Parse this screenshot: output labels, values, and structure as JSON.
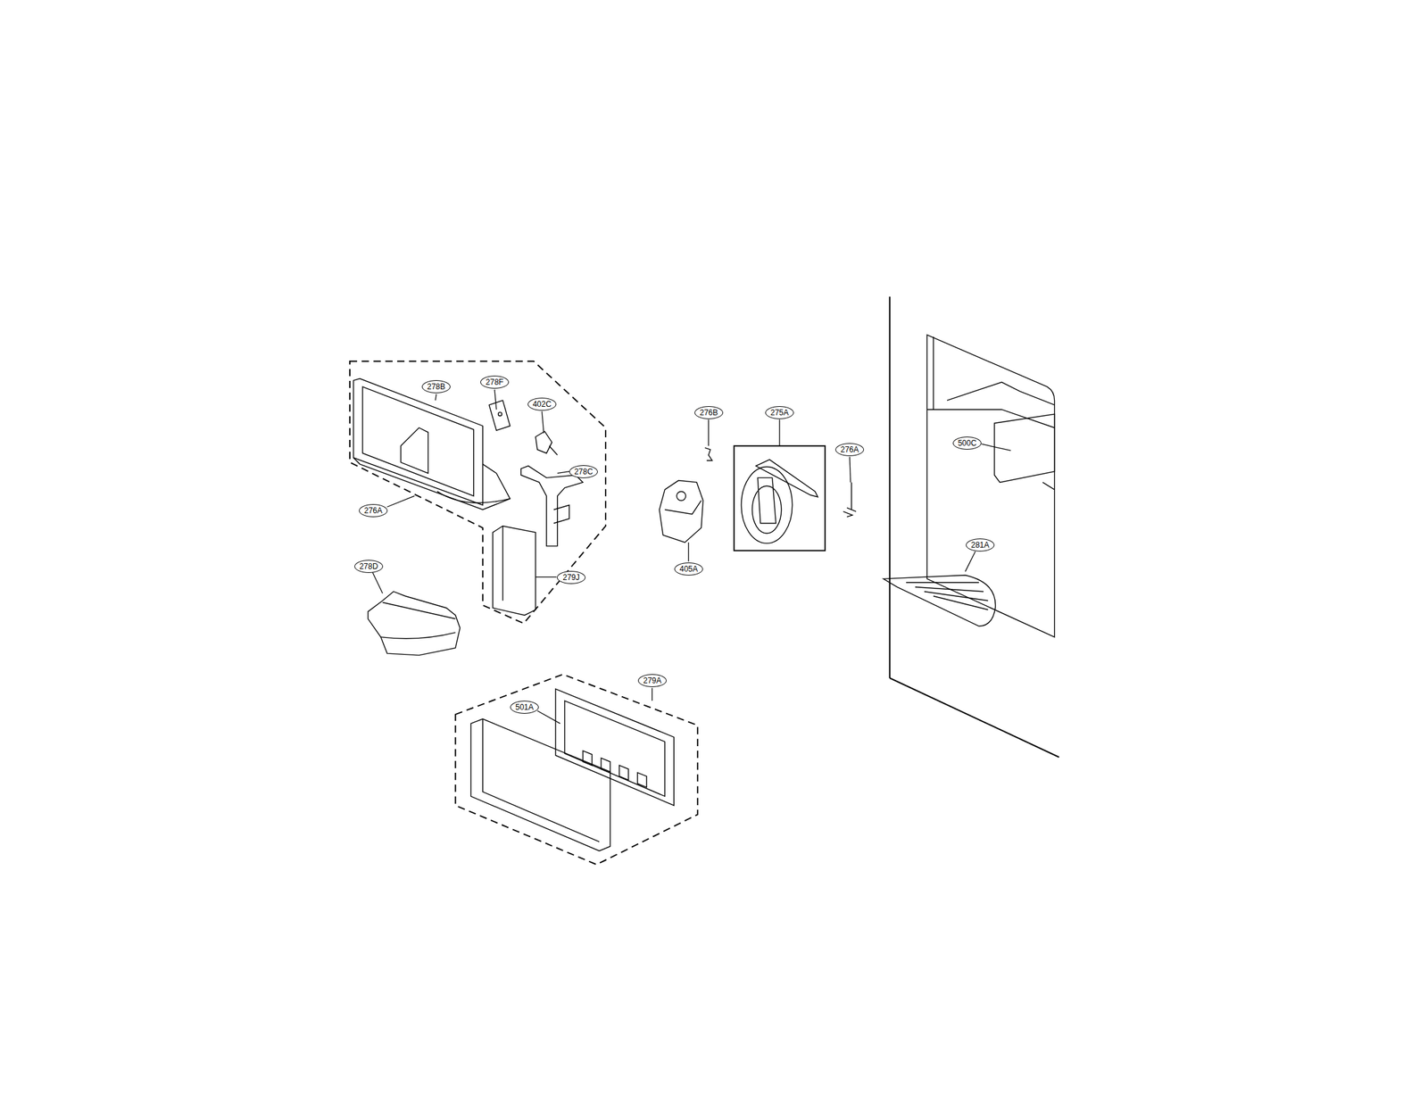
{
  "diagram": {
    "labels": [
      "278B",
      "278F",
      "402C",
      "276B",
      "275A",
      "276A",
      "500C",
      "278C",
      "276A",
      "405A",
      "281A",
      "278D",
      "279J",
      "279A",
      "501A"
    ]
  }
}
